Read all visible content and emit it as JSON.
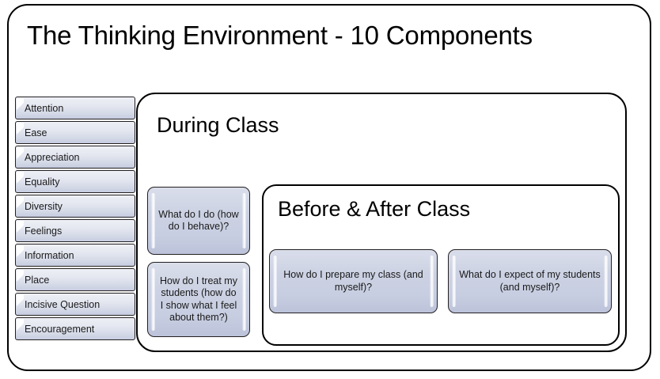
{
  "diagram": {
    "title": "The Thinking Environment - 10 Components",
    "components": [
      {
        "label": "Attention"
      },
      {
        "label": "Ease"
      },
      {
        "label": "Appreciation"
      },
      {
        "label": "Equality"
      },
      {
        "label": "Diversity"
      },
      {
        "label": "Feelings"
      },
      {
        "label": "Information"
      },
      {
        "label": "Place"
      },
      {
        "label": "Incisive Question"
      },
      {
        "label": "Encouragement"
      }
    ],
    "during_class": {
      "title": "During Class",
      "questions": [
        {
          "text": "What do I do (how do I behave)?"
        },
        {
          "text": "How do I treat my students (how do I show what I feel about them?)"
        }
      ]
    },
    "before_after_class": {
      "title": "Before & After Class",
      "questions": [
        {
          "text": "How do I prepare my class (and myself)?"
        },
        {
          "text": "What do I expect of my students (and myself)?"
        }
      ]
    },
    "colors": {
      "outline": "#231f20",
      "background": "#ffffff",
      "chip_fill": "#d7dcea",
      "box_fill": "#ccd2e3",
      "text": "#1a1a1a"
    }
  }
}
